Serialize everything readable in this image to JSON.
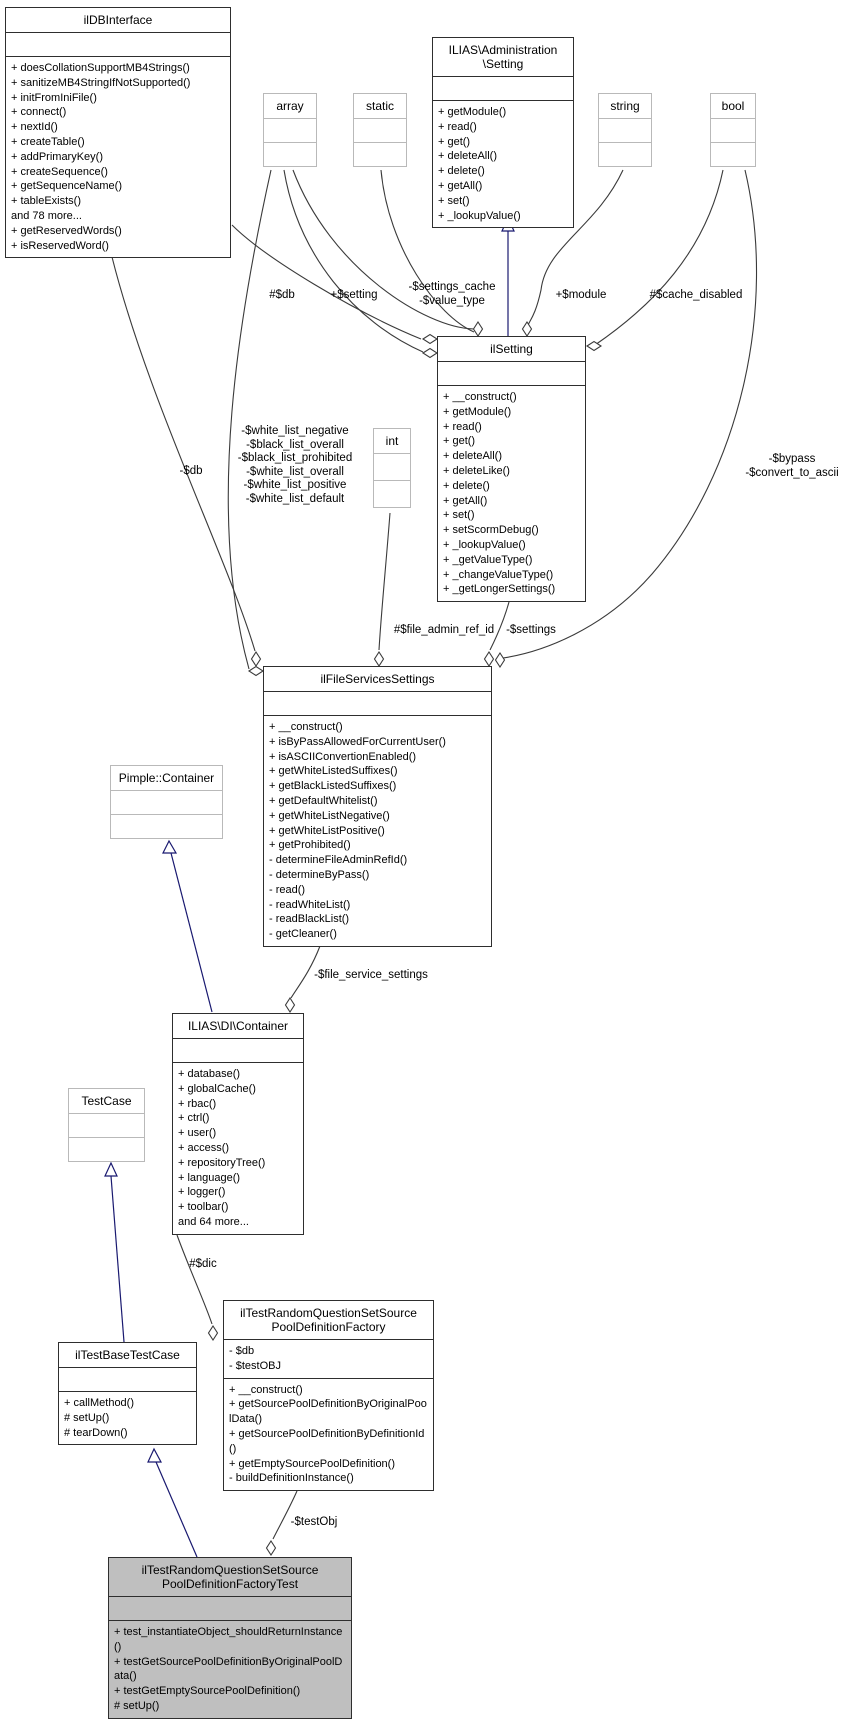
{
  "diagram_title": "UML collaboration diagram",
  "colors": {
    "edge": "#3a3a3a",
    "inheritance_edge": "#191970",
    "node_border": "#2e2e2e",
    "external_node_border": "#b9b9b9",
    "highlight_fill": "#bfbfbf",
    "background": "#ffffff"
  },
  "classes": {
    "dbInterface": {
      "title": "ilDBInterface",
      "methods": [
        "+ doesCollationSupportMB4Strings()",
        "+ sanitizeMB4StringIfNotSupported()",
        "+ initFromIniFile()",
        "+ connect()",
        "+ nextId()",
        "+ createTable()",
        "+ addPrimaryKey()",
        "+ createSequence()",
        "+ getSequenceName()",
        "+ tableExists()",
        "and 78 more...",
        "+ getReservedWords()",
        "+ isReservedWord()"
      ]
    },
    "array": {
      "title": "array"
    },
    "staticType": {
      "title": "static"
    },
    "stringType": {
      "title": "string"
    },
    "boolType": {
      "title": "bool"
    },
    "intType": {
      "title": "int"
    },
    "adminSetting": {
      "title": "ILIAS\\Administration\n\\Setting",
      "methods": [
        "+ getModule()",
        "+ read()",
        "+ get()",
        "+ deleteAll()",
        "+ delete()",
        "+ getAll()",
        "+ set()",
        "+ _lookupValue()"
      ]
    },
    "ilSetting": {
      "title": "ilSetting",
      "methods": [
        "+ __construct()",
        "+ getModule()",
        "+ read()",
        "+ get()",
        "+ deleteAll()",
        "+ deleteLike()",
        "+ delete()",
        "+ getAll()",
        "+ set()",
        "+ setScormDebug()",
        "+ _lookupValue()",
        "+ _getValueType()",
        "+ _changeValueType()",
        "+ _getLongerSettings()"
      ]
    },
    "fileServices": {
      "title": "ilFileServicesSettings",
      "methods": [
        "+ __construct()",
        "+ isByPassAllowedForCurrentUser()",
        "+ isASCIIConvertionEnabled()",
        "+ getWhiteListedSuffixes()",
        "+ getBlackListedSuffixes()",
        "+ getDefaultWhitelist()",
        "+ getWhiteListNegative()",
        "+ getWhiteListPositive()",
        "+ getProhibited()",
        "- determineFileAdminRefId()",
        "- determineByPass()",
        "- read()",
        "- readWhiteList()",
        "- readBlackList()",
        "- getCleaner()"
      ]
    },
    "pimple": {
      "title": "Pimple::Container"
    },
    "diContainer": {
      "title": "ILIAS\\DI\\Container",
      "methods": [
        "+ database()",
        "+ globalCache()",
        "+ rbac()",
        "+ ctrl()",
        "+ user()",
        "+ access()",
        "+ repositoryTree()",
        "+ language()",
        "+ logger()",
        "+ toolbar()",
        "and 64 more..."
      ]
    },
    "testCase": {
      "title": "TestCase"
    },
    "baseTestCase": {
      "title": "ilTestBaseTestCase",
      "methods": [
        "+ callMethod()",
        "# setUp()",
        "# tearDown()"
      ]
    },
    "factory": {
      "title": "ilTestRandomQuestionSetSource\nPoolDefinitionFactory",
      "attributes": [
        "- $db",
        "- $testOBJ"
      ],
      "methods": [
        "+ __construct()",
        "+ getSourcePoolDefinitionByOriginalPoolData()",
        "+ getSourcePoolDefinitionByDefinitionId()",
        "+ getEmptySourcePoolDefinition()",
        "- buildDefinitionInstance()"
      ]
    },
    "factoryTest": {
      "title": "ilTestRandomQuestionSetSource\nPoolDefinitionFactoryTest",
      "methods": [
        "+ test_instantiateObject_shouldReturnInstance()",
        "+ testGetSourcePoolDefinitionByOriginalPoolData()",
        "+ testGetEmptySourcePoolDefinition()",
        "# setUp()"
      ]
    }
  },
  "edge_labels": {
    "db_setting": "#$db",
    "setting": "+$setting",
    "settings_cache": "-$settings_cache\n-$value_type",
    "module": "+$module",
    "cache_disabled": "#$cache_disabled",
    "bypass": "-$bypass\n-$convert_to_ascii",
    "white_lists": "-$white_list_negative\n-$black_list_overall\n-$black_list_prohibited\n-$white_list_overall\n-$white_list_positive\n-$white_list_default",
    "db_fileservices": "-$db",
    "file_admin_ref_id": "#$file_admin_ref_id",
    "settings": "-$settings",
    "file_service_settings": "-$file_service_settings",
    "dic": "#$dic",
    "testObj": "-$testObj"
  }
}
